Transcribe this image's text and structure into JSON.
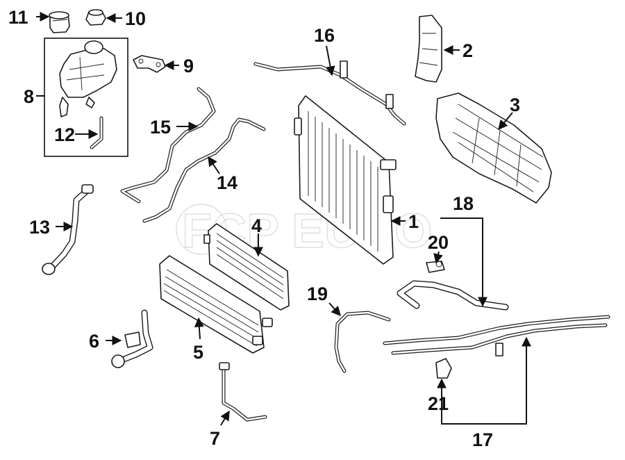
{
  "callouts": {
    "c1": "1",
    "c2": "2",
    "c3": "3",
    "c4": "4",
    "c5": "5",
    "c6": "6",
    "c7": "7",
    "c8": "8",
    "c9": "9",
    "c10": "10",
    "c11": "11",
    "c12": "12",
    "c13": "13",
    "c14": "14",
    "c15": "15",
    "c16": "16",
    "c17": "17",
    "c18": "18",
    "c19": "19",
    "c20": "20",
    "c21": "21"
  },
  "watermark": {
    "text": "FCP EURO"
  },
  "colors": {
    "ink": "#1a1a1a",
    "background": "#ffffff",
    "watermark": "#d6d6d6"
  }
}
